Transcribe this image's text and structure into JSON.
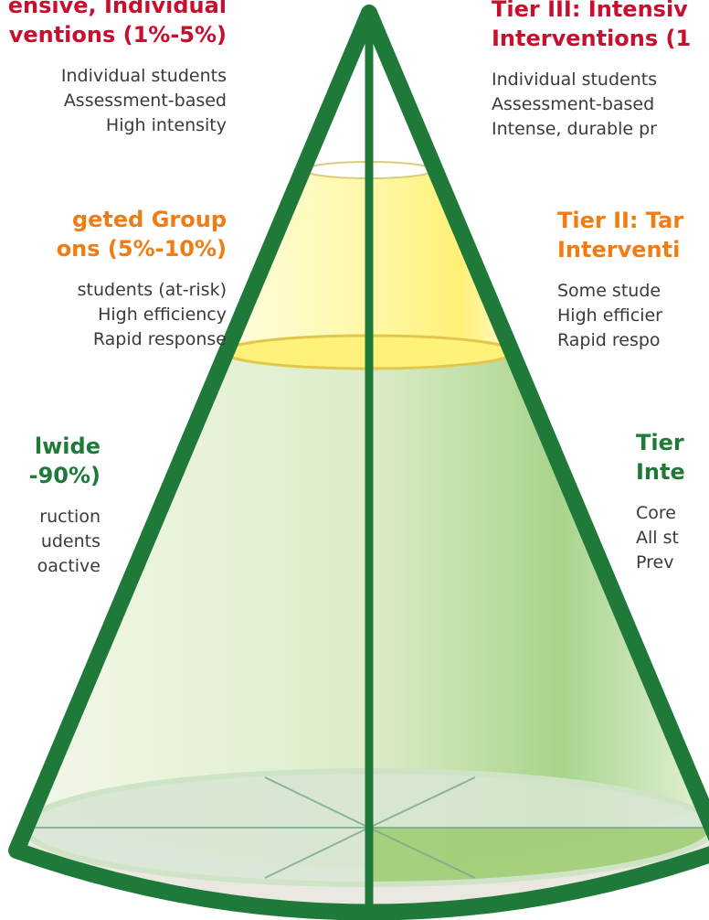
{
  "left": {
    "tier3": {
      "title_lines": [
        "ensive, Individual",
        "ventions (1%-5%)"
      ],
      "items": [
        "Individual students",
        "Assessment-based",
        "High intensity"
      ]
    },
    "tier2": {
      "title_lines": [
        "geted Group",
        "ons (5%-10%)"
      ],
      "items": [
        "students (at-risk)",
        "High efficiency",
        "Rapid response"
      ]
    },
    "tier1": {
      "title_lines": [
        "lwide",
        "-90%)"
      ],
      "items": [
        "ruction",
        "udents",
        "oactive"
      ]
    }
  },
  "right": {
    "tier3": {
      "title_lines": [
        "Tier III: Intensiv",
        "Interventions (1"
      ],
      "items": [
        "Individual students",
        "Assessment-based",
        "Intense, durable pr"
      ]
    },
    "tier2": {
      "title_lines": [
        "Tier II: Tar",
        "Interventi"
      ],
      "items": [
        "Some stude",
        "High efficier",
        "Rapid respo"
      ]
    },
    "tier1": {
      "title_lines": [
        "Tier",
        "Inte"
      ],
      "items": [
        "Core",
        "All st",
        "Prev"
      ]
    }
  },
  "colors": {
    "cone_outline": "#1f7a3a",
    "tier3_red": "#c8102e",
    "tier2_orange": "#f07c14",
    "tier1_green": "#1f7a3a",
    "tier2_fill": "#fff59a",
    "tier1_fill": "#c7e2a4"
  }
}
